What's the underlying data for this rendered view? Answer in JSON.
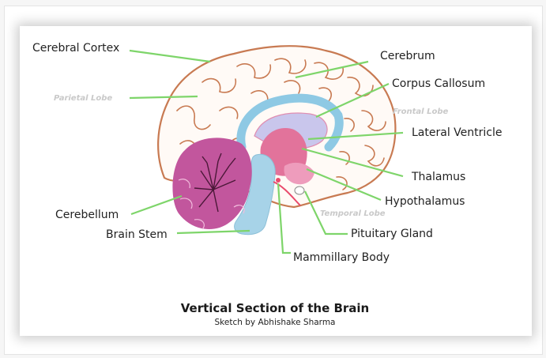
{
  "diagram": {
    "title": "Vertical Section of the Brain",
    "credit": "Sketch by Abhishake Sharma",
    "labels": {
      "cerebral_cortex": "Cerebral Cortex",
      "cerebrum": "Cerebrum",
      "corpus_callosum": "Corpus Callosum",
      "lateral_ventricle": "Lateral Ventricle",
      "thalamus": "Thalamus",
      "hypothalamus": "Hypothalamus",
      "pituitary_gland": "Pituitary Gland",
      "mammillary_body": "Mammillary Body",
      "cerebellum": "Cerebellum",
      "brain_stem": "Brain Stem"
    },
    "lobes": {
      "parietal": "Parietal Lobe",
      "frontal": "Frontal Lobe",
      "temporal": "Temporal Lobe"
    },
    "colors": {
      "cortex_outline": "#c87a52",
      "leader_line": "#7ed56a",
      "corpus_callosum": "#8ec9e4",
      "thalamus": "#e2739b",
      "cerebellum": "#c2569d",
      "brain_stem": "#a7d3e8"
    }
  }
}
